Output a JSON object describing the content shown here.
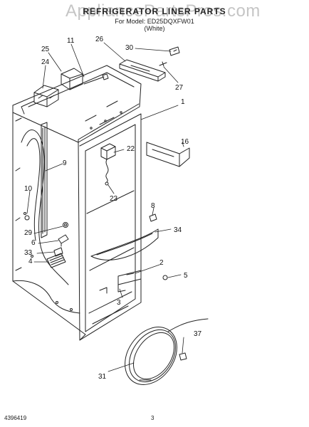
{
  "header": {
    "title": "REFRIGERATOR LINER PARTS",
    "subtitle_model": "For Model: ED25DQXFW01",
    "subtitle_color": "(White)"
  },
  "watermark": "AppliancePartsPros.com",
  "footer": {
    "doc_number": "4396419",
    "page_number": "3"
  },
  "callouts": {
    "c1": "1",
    "c2": "2",
    "c3": "3",
    "c4": "4",
    "c5": "5",
    "c6": "6",
    "c8": "8",
    "c9": "9",
    "c10": "10",
    "c11": "11",
    "c16": "16",
    "c22": "22",
    "c23": "23",
    "c24": "24",
    "c25": "25",
    "c26": "26",
    "c27": "27",
    "c29": "29",
    "c30": "30",
    "c31": "31",
    "c33": "33",
    "c34": "34",
    "c37": "37"
  }
}
